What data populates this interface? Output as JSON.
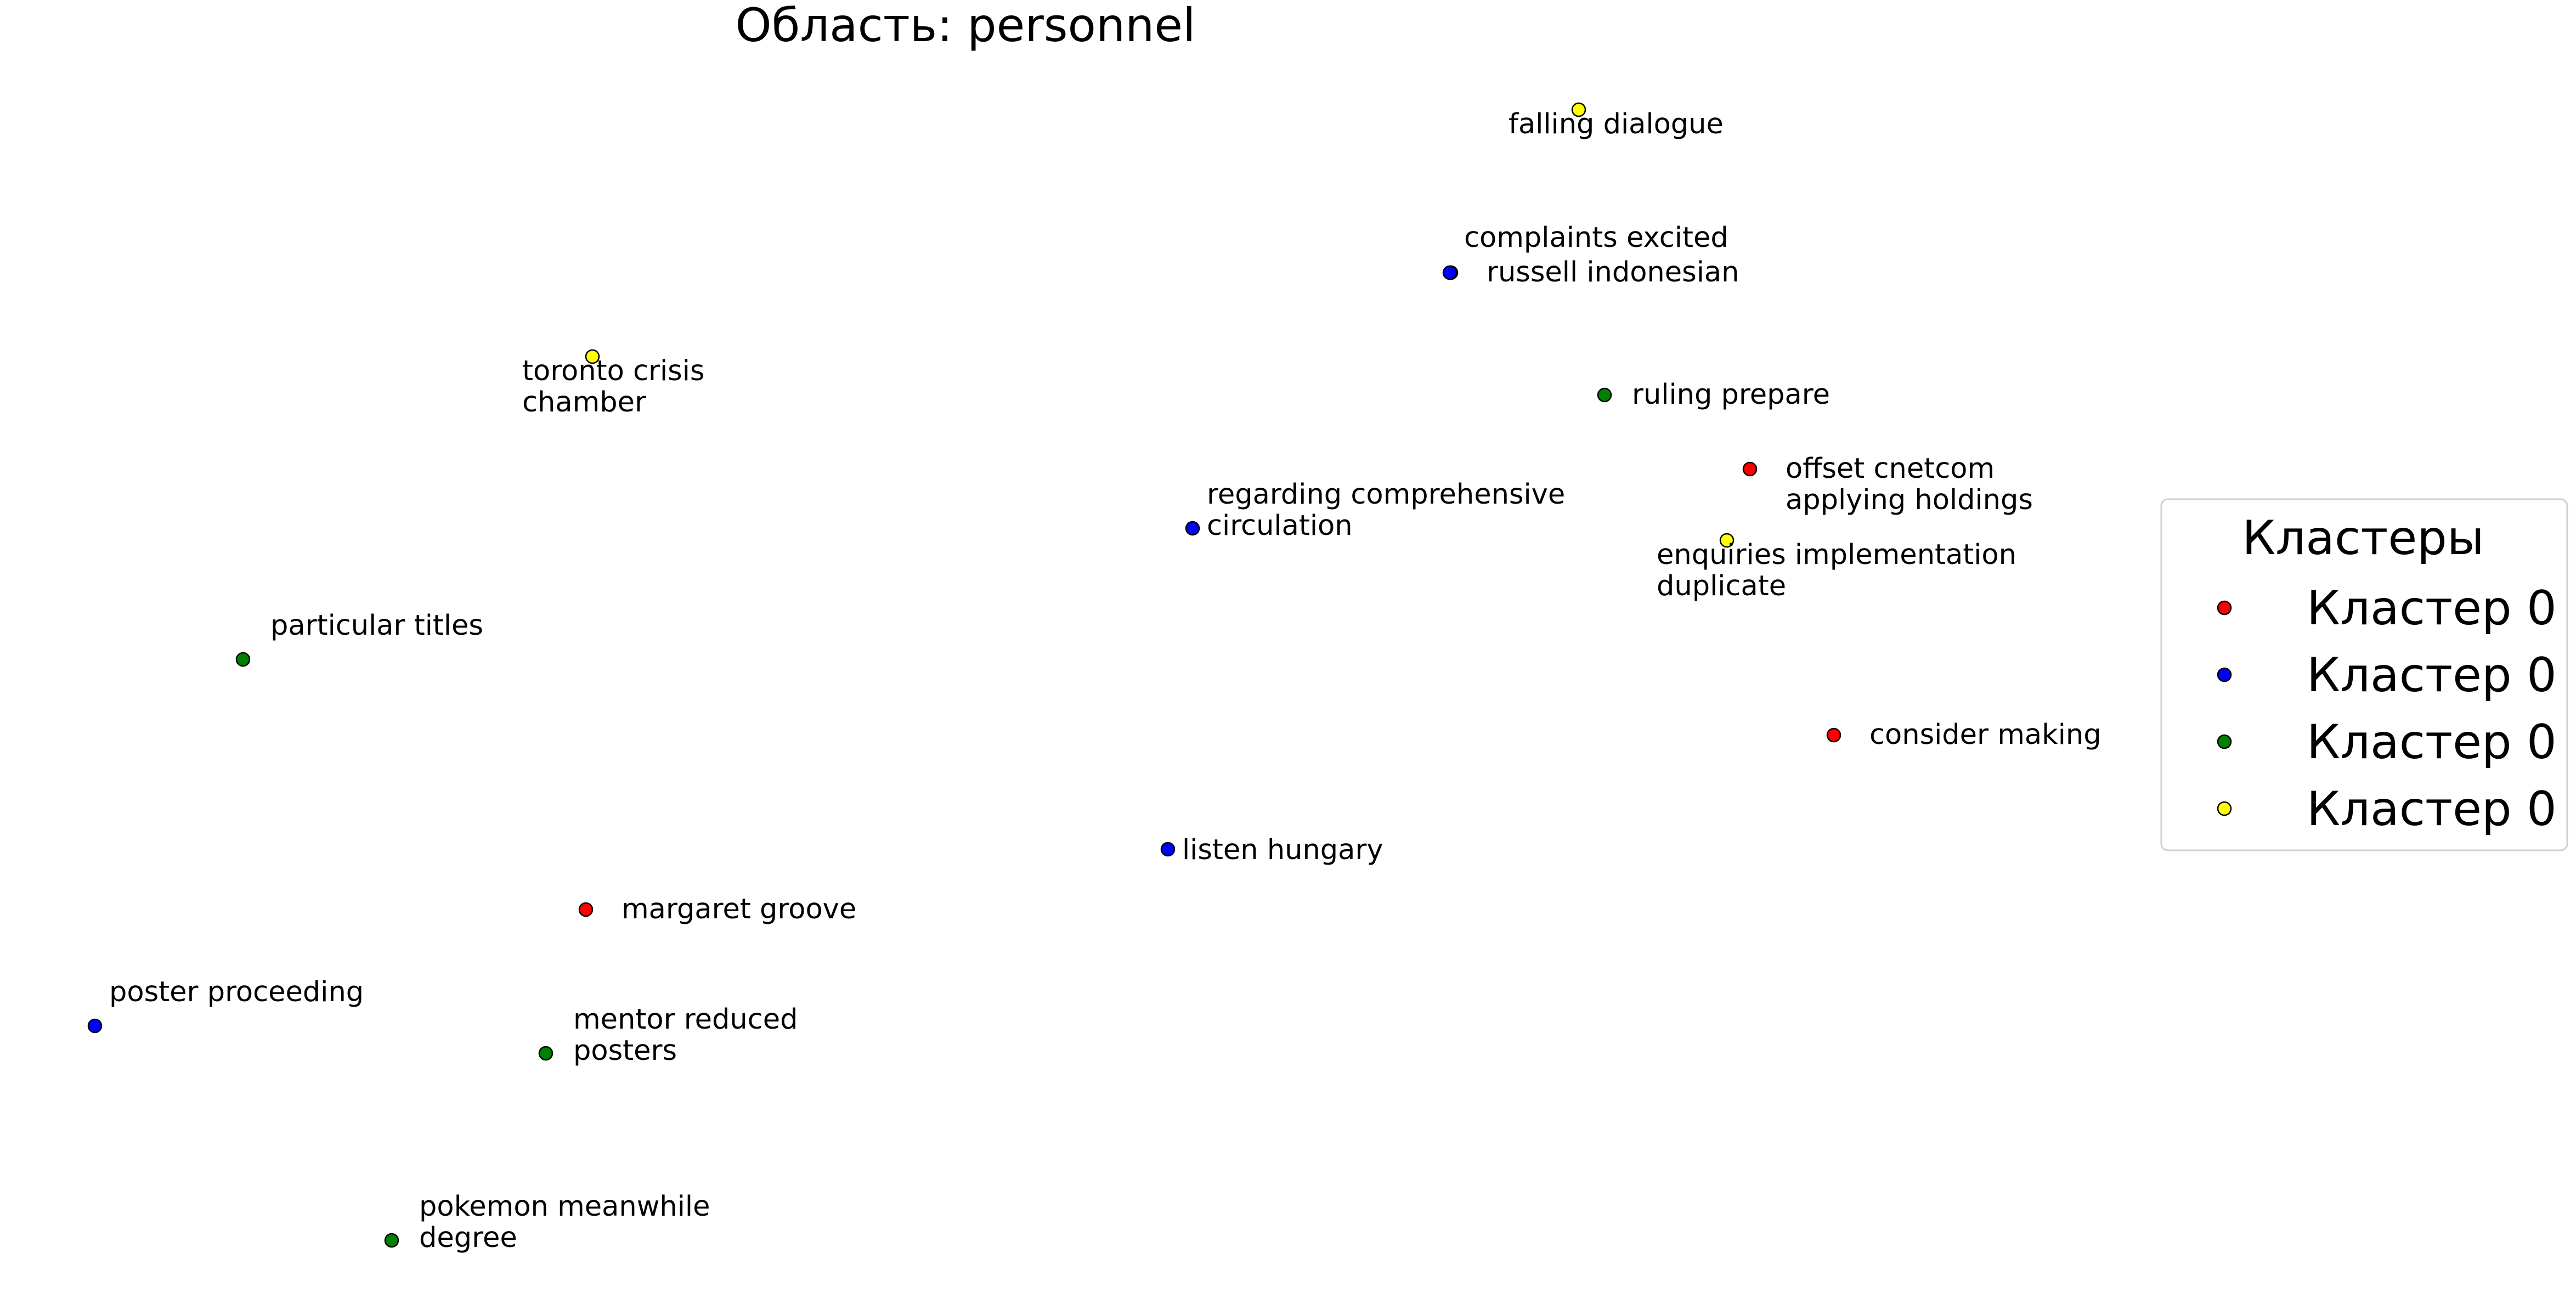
{
  "chart_data": {
    "type": "scatter",
    "title": "Область: personnel",
    "axes_visible": false,
    "grid": false,
    "legend_position": "right",
    "legend": {
      "title": "Кластеры",
      "entries": [
        {
          "name": "Кластер 0",
          "color": "#ff0000"
        },
        {
          "name": "Кластер 0",
          "color": "#0000ff"
        },
        {
          "name": "Кластер 0",
          "color": "#008000"
        },
        {
          "name": "Кластер 0",
          "color": "#ffff00"
        }
      ]
    },
    "series": [
      {
        "color": "#ff0000",
        "points": [
          {
            "x": 2645,
            "y": 497,
            "label": [
              "russell indonesian"
            ]
          },
          {
            "x": 3190,
            "y": 855,
            "label": [
              "offset cnetcom",
              "applying holdings"
            ]
          },
          {
            "x": 3343,
            "y": 1340,
            "label": [
              "consider making"
            ]
          },
          {
            "x": 1068,
            "y": 1658,
            "label": [
              "margaret groove"
            ]
          }
        ]
      },
      {
        "color": "#0000ff",
        "points": [
          {
            "x": 2643,
            "y": 497,
            "label": [
              "complaints excited"
            ]
          },
          {
            "x": 2174,
            "y": 963,
            "label": [
              "regarding comprehensive",
              "circulation"
            ]
          },
          {
            "x": 2129,
            "y": 1548,
            "label": [
              "listen hungary"
            ]
          },
          {
            "x": 173,
            "y": 1870,
            "label": [
              "poster proceeding"
            ]
          }
        ]
      },
      {
        "color": "#008000",
        "points": [
          {
            "x": 2925,
            "y": 720,
            "label": [
              "ruling prepare"
            ]
          },
          {
            "x": 443,
            "y": 1202,
            "label": [
              "particular titles"
            ]
          },
          {
            "x": 995,
            "y": 1920,
            "label": [
              "mentor reduced",
              "posters"
            ]
          },
          {
            "x": 714,
            "y": 2261,
            "label": [
              "pokemon meanwhile",
              "degree"
            ]
          }
        ]
      },
      {
        "color": "#ffff00",
        "points": [
          {
            "x": 2878,
            "y": 200,
            "label": [
              "falling dialogue"
            ]
          },
          {
            "x": 1080,
            "y": 650,
            "label": [
              "toronto crisis",
              "chamber"
            ]
          },
          {
            "x": 3148,
            "y": 985,
            "label": [
              "enquiries implementation",
              "duplicate"
            ]
          }
        ]
      }
    ]
  }
}
